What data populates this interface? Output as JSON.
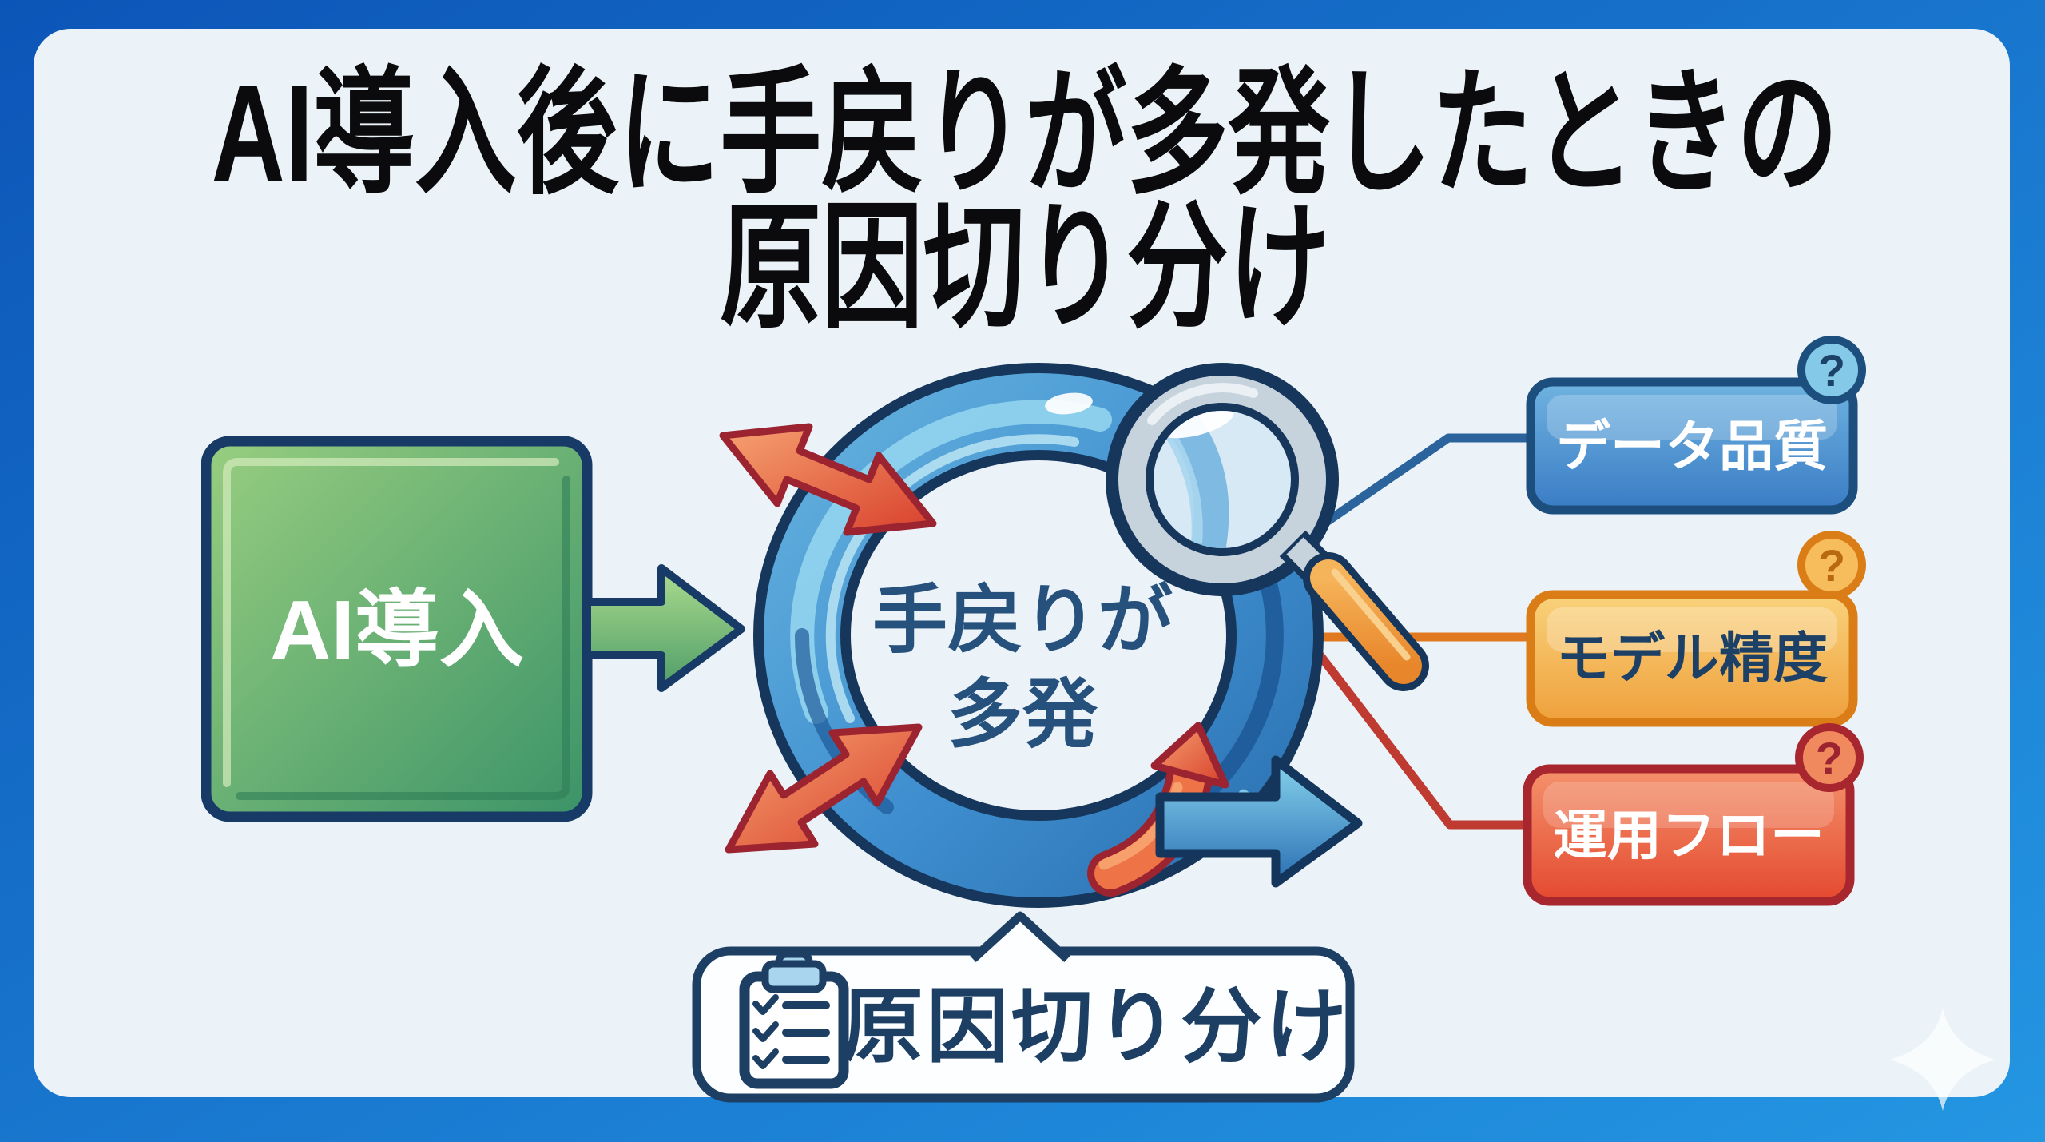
{
  "title": {
    "line1": "AI導入後に手戻りが多発したときの",
    "line2": "原因切り分け"
  },
  "start_box": {
    "label": "AI導入"
  },
  "loop": {
    "label_line1": "手戻りが",
    "label_line2": "多発"
  },
  "causes": [
    {
      "label": "データ品質",
      "badge": "?",
      "theme": "blue",
      "fill": "#3a7cc4"
    },
    {
      "label": "モデル精度",
      "badge": "?",
      "theme": "orange",
      "fill": "#efa03c"
    },
    {
      "label": "運用フロー",
      "badge": "?",
      "theme": "red",
      "fill": "#e4492f"
    }
  ],
  "result_box": {
    "label": "原因切り分け"
  },
  "colors": {
    "frame_blue": "#1068c8",
    "panel_bg": "#ecf3f8",
    "outline_navy": "#173a66",
    "text_navy": "#1d4066",
    "loop_blue": "#3f8fd0",
    "arrow_red": "#d8402c",
    "green": "#57a06b",
    "connector_blue": "#2b639c",
    "connector_orange": "#e0791f",
    "connector_red": "#bf3a30"
  }
}
